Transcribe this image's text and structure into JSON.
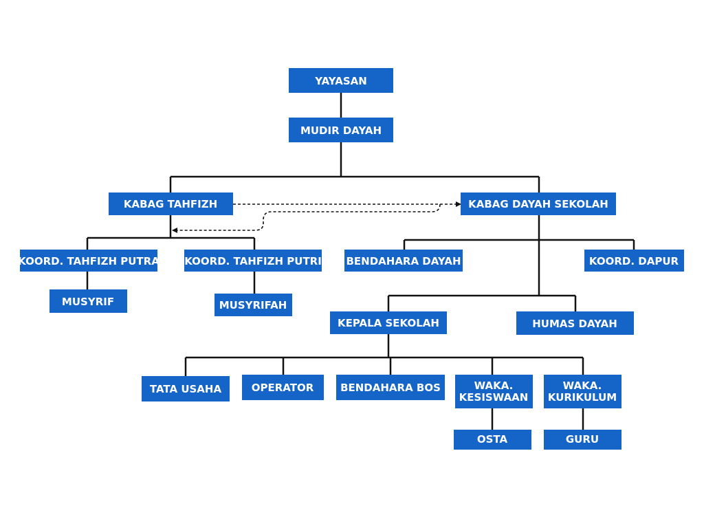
{
  "colors": {
    "box_fill": "#1565c8",
    "box_text": "#ffffff",
    "connector": "#111111",
    "background": "#ffffff"
  },
  "nodes": {
    "yayasan": "YAYASAN",
    "mudir_dayah": "MUDIR DAYAH",
    "kabag_tahfizh": "KABAG TAHFIZH",
    "kabag_dayah_sekolah": "KABAG DAYAH SEKOLAH",
    "koord_tahfizh_putra": "KOORD. TAHFIZH PUTRA",
    "koord_tahfizh_putri": "KOORD. TAHFIZH PUTRI",
    "bendahara_dayah": "BENDAHARA DAYAH",
    "koord_dapur": "KOORD. DAPUR",
    "musyrif": "MUSYRIF",
    "musyrifah": "MUSYRIFAH",
    "kepala_sekolah": "KEPALA SEKOLAH",
    "humas_dayah": "HUMAS DAYAH",
    "tata_usaha": "TATA USAHA",
    "operator": "OPERATOR",
    "bendahara_bos": "BENDAHARA BOS",
    "waka_kesiswaan": [
      "WAKA.",
      "KESISWAAN"
    ],
    "waka_kurikulum": [
      "WAKA.",
      "KURIKULUM"
    ],
    "osta": "OSTA",
    "guru": "GURU"
  },
  "edges": [
    [
      "yayasan",
      "mudir_dayah"
    ],
    [
      "mudir_dayah",
      "kabag_tahfizh"
    ],
    [
      "mudir_dayah",
      "kabag_dayah_sekolah"
    ],
    [
      "kabag_tahfizh",
      "koord_tahfizh_putra"
    ],
    [
      "kabag_tahfizh",
      "koord_tahfizh_putri"
    ],
    [
      "koord_tahfizh_putra",
      "musyrif"
    ],
    [
      "koord_tahfizh_putri",
      "musyrifah"
    ],
    [
      "kabag_dayah_sekolah",
      "bendahara_dayah"
    ],
    [
      "kabag_dayah_sekolah",
      "koord_dapur"
    ],
    [
      "kabag_dayah_sekolah",
      "kepala_sekolah"
    ],
    [
      "kabag_dayah_sekolah",
      "humas_dayah"
    ],
    [
      "kepala_sekolah",
      "tata_usaha"
    ],
    [
      "kepala_sekolah",
      "operator"
    ],
    [
      "kepala_sekolah",
      "bendahara_bos"
    ],
    [
      "kepala_sekolah",
      "waka_kesiswaan"
    ],
    [
      "kepala_sekolah",
      "waka_kurikulum"
    ],
    [
      "waka_kesiswaan",
      "osta"
    ],
    [
      "waka_kurikulum",
      "guru"
    ]
  ],
  "coordination_links": [
    [
      "kabag_tahfizh",
      "kabag_dayah_sekolah"
    ]
  ]
}
